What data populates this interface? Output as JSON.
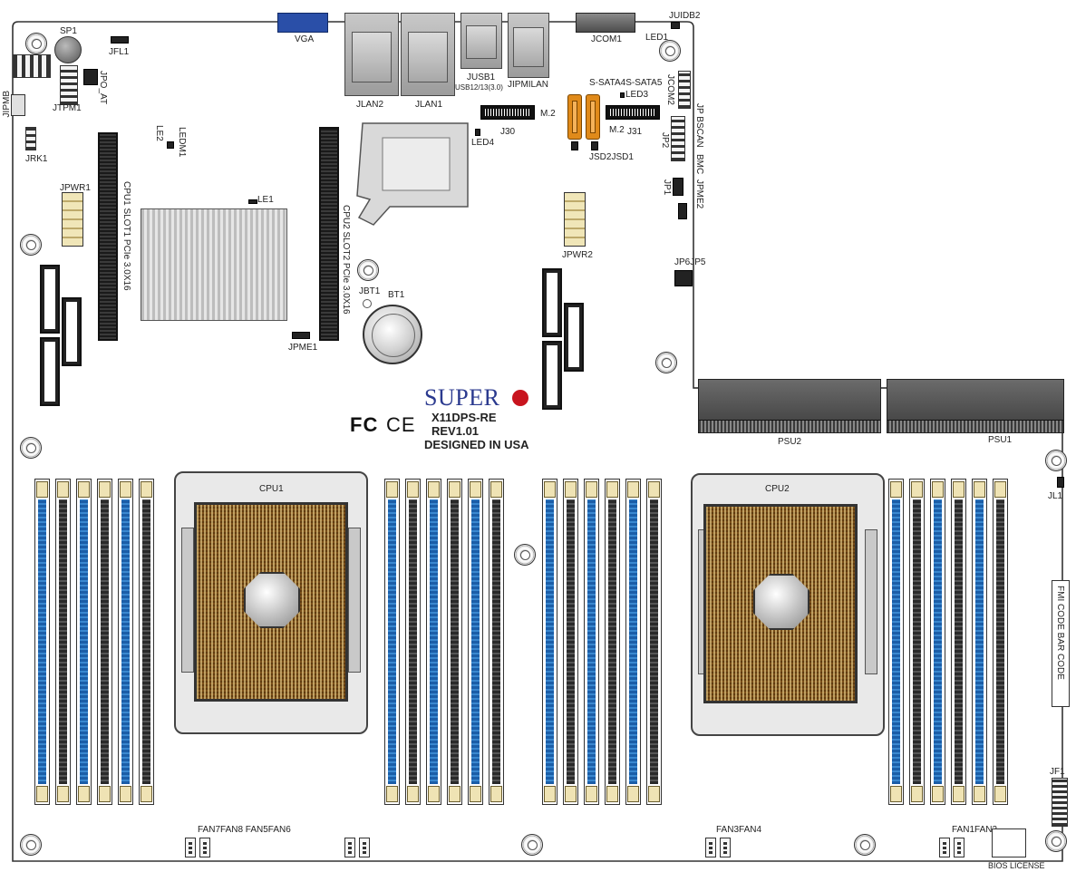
{
  "board": {
    "logo_text": "SUPER",
    "model": "X11DPS-RE",
    "revision": "REV1.01",
    "designed": "DESIGNED IN USA",
    "fcc_text": "FC",
    "ce_text": "CE"
  },
  "labels": {
    "vga": "VGA",
    "jlan2": "JLAN2",
    "jlan1": "JLAN1",
    "jusb1": "JUSB1",
    "jusb1_sub": "USB12/13(3.0)",
    "jipmilan": "JIPMILAN",
    "jcom1": "JCOM1",
    "juidb2": "JUIDB2",
    "led1": "LED1",
    "jcom2": "JCOM2",
    "sp1": "SP1",
    "jfl1": "JFL1",
    "jtpm1": "JTPM1",
    "jpo_at": "JPO_AT",
    "jipmb": "JIPMB",
    "jrk1": "JRK1",
    "ledm1": "LEDM1",
    "le2": "LE2",
    "jpwr1": "JPWR1",
    "cpu1_slot1": "CPU1 SLOT1 PCIe 3.0X16",
    "le1": "LE1",
    "cpu2_slot2": "CPU2 SLOT2 PCIe 3.0X16",
    "jpme1": "JPME1",
    "jbt1": "JBT1",
    "bt1": "BT1",
    "m2_a": "M.2",
    "j30": "J30",
    "led4": "LED4",
    "sata": "S-SATA4S-SATA5",
    "led3": "LED3",
    "m2_b": "M.2",
    "j31": "J31",
    "jsd": "JSD2JSD1",
    "jp_bscan": "JP BSCAN",
    "jp2": "JP2",
    "bmc": "BMC",
    "jpme2": "JPME2",
    "jp1": "JP1",
    "jpwr2": "JPWR2",
    "jp6jp5": "JP6JP5",
    "psu2": "PSU2",
    "psu1": "PSU1",
    "cpu1": "CPU1",
    "cpu2": "CPU2",
    "jl1": "JL1",
    "fmi": "FMI CODE BAR CODE",
    "jf1": "JF1",
    "fan_left": "FAN7FAN8 FAN5FAN6",
    "fan_mid": "FAN3FAN4",
    "fan_right": "FAN1FAN2",
    "bios_license": "BIOS LICENSE"
  }
}
